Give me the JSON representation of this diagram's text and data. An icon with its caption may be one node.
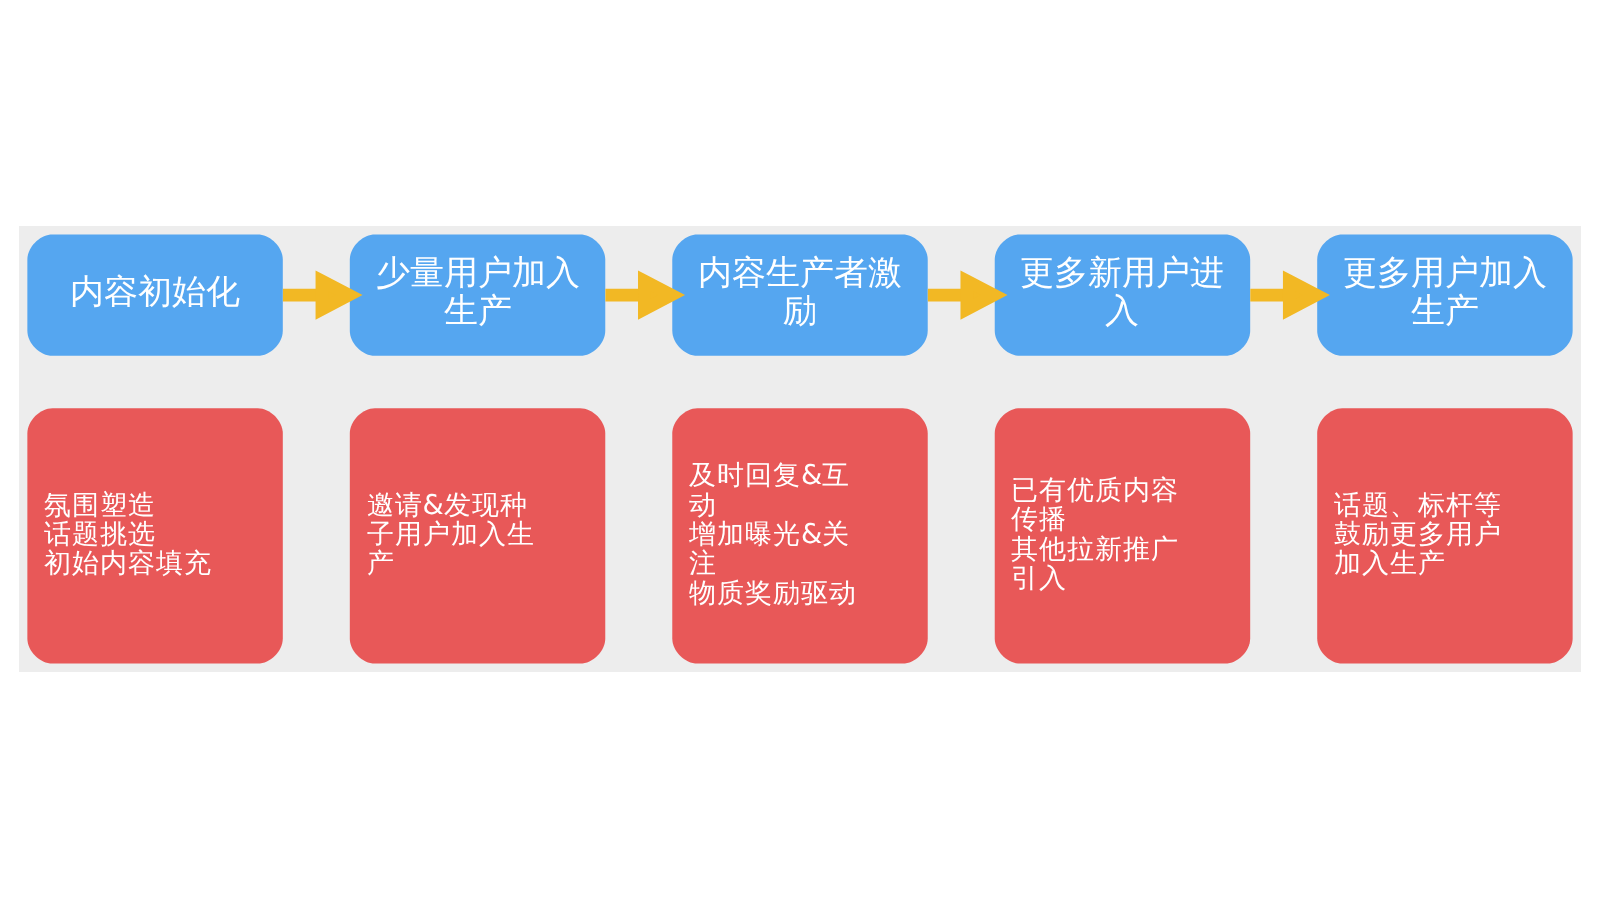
{
  "diagram": {
    "nodes": [
      {
        "text": [
          "内容初始化"
        ]
      },
      {
        "text": [
          "少量用户加入生产"
        ]
      },
      {
        "text": [
          "内容生产者激励"
        ]
      },
      {
        "text": [
          "更多新用户进入"
        ]
      },
      {
        "text": [
          "更多用户加入生产"
        ]
      },
      {
        "text": [
          "氛围塑造",
          "话题挑选",
          "初始内容填充"
        ]
      },
      {
        "text": [
          "邀请&发现种子用户加入生产"
        ]
      },
      {
        "text": [
          "及时回复&互动",
          "增加曝光&关注",
          "物质奖励驱动"
        ]
      },
      {
        "text": [
          "已有优质内容传播",
          "其他拉新推广引入"
        ]
      },
      {
        "text": [
          "话题、标杆等鼓励更多用户加入生产"
        ]
      }
    ],
    "edges": [
      {
        "from": 0,
        "to": 1,
        "arrow": "to"
      },
      {
        "from": 1,
        "to": 2,
        "arrow": "to"
      },
      {
        "from": 2,
        "to": 3,
        "arrow": "to"
      },
      {
        "from": 3,
        "to": 4,
        "arrow": "to"
      }
    ]
  }
}
